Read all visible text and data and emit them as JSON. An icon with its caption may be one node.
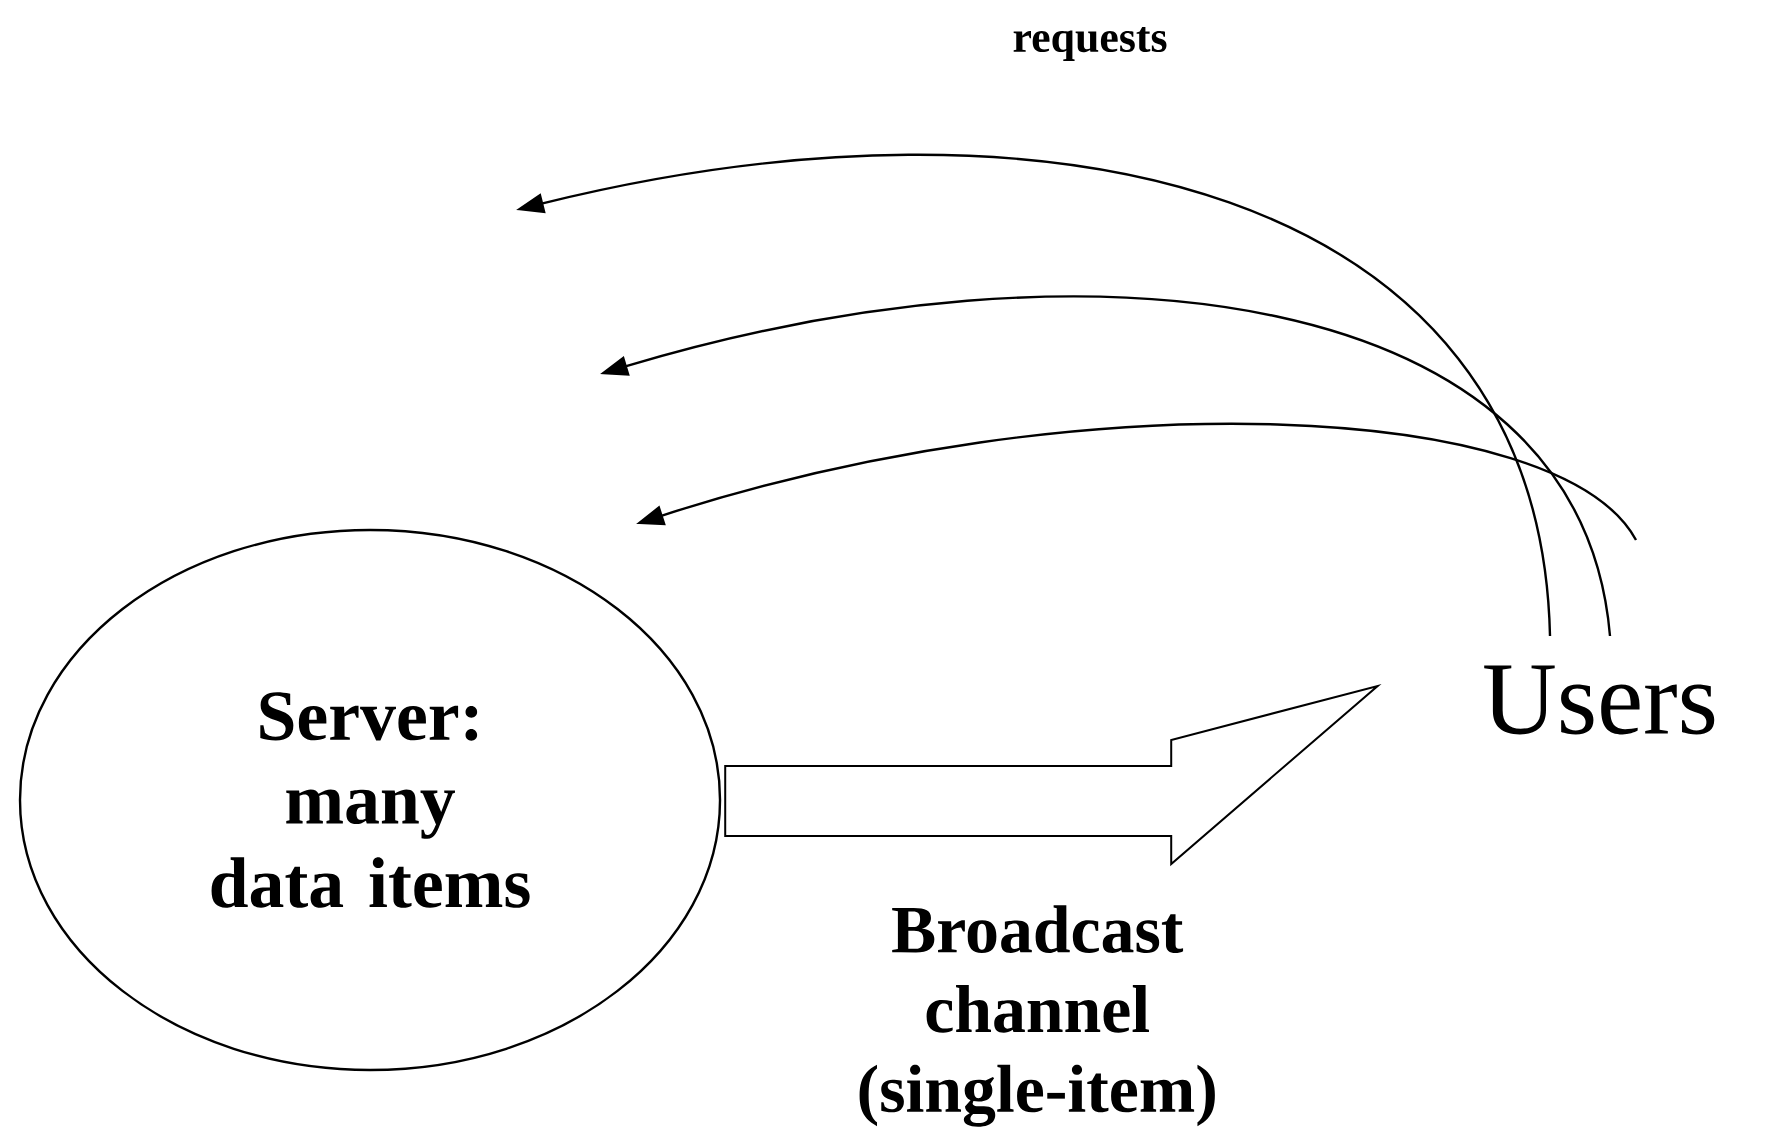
{
  "diagram": {
    "nodes": [
      {
        "text": [
          "Server: many data items"
        ]
      },
      {
        "text": [
          "Users"
        ]
      }
    ],
    "edges": [
      {
        "from": 1,
        "to": null,
        "arrow": "to",
        "label": "requests"
      },
      {
        "from": 1,
        "to": null,
        "arrow": "to"
      },
      {
        "from": 1,
        "to": 0,
        "arrow": "to"
      },
      {
        "from": 0,
        "to": 1,
        "arrow": "to",
        "style": "thick",
        "label": "Broadcast channel (single-item)"
      }
    ]
  }
}
